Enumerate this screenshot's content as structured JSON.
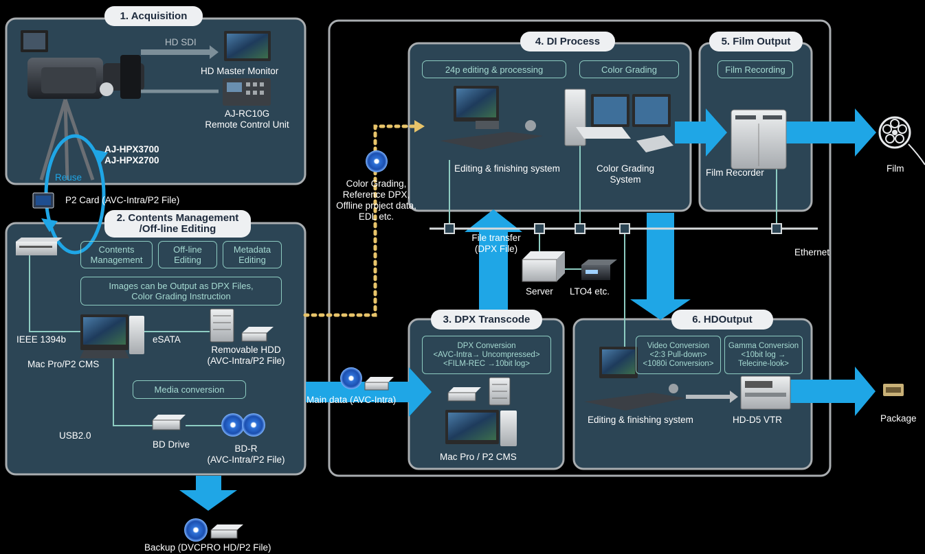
{
  "sections": {
    "acquisition": "1. Acquisition",
    "contents_mgmt": "2. Contents Management\n/Off-line Editing",
    "dpx_transcode": "3. DPX Transcode",
    "di_process": "4. DI Process",
    "film_output": "5. Film Output",
    "hd_output": "6. HDOutput"
  },
  "acquisition": {
    "hd_sdi": "HD SDI",
    "hd_master_monitor": "HD Master Monitor",
    "remote_control": "AJ-RC10G\nRemote Control Unit",
    "camera_models": "AJ-HPX3700\nAJ-HPX2700",
    "reuse": "Reuse",
    "p2_card": "P2 Card (AVC-Intra/P2 File)"
  },
  "contents_mgmt": {
    "tag_contents": "Contents\nManagement",
    "tag_offline": "Off-line\nEditing",
    "tag_metadata": "Metadata\nEditing",
    "tag_images": "Images can be Output as DPX Files,\nColor Grading Instruction",
    "tag_media": "Media conversion",
    "ieee": "IEEE 1394b",
    "esata": "eSATA",
    "mac_pro": "Mac Pro/P2 CMS",
    "removable_hdd": "Removable HDD\n(AVC-Intra/P2 File)",
    "usb": "USB2.0",
    "bd_drive": "BD Drive",
    "bd_r": "BD-R\n(AVC-Intra/P2 File)"
  },
  "backup": "Backup (DVCPRO HD/P2 File)",
  "main_data": "Main data (AVC-Intra)",
  "color_grading_ref": "Color Grading,\nReference DPX,\nOffline project data,\nEDL etc.",
  "dpx_transcode": {
    "tag_dpx": "DPX Conversion\n<AVC-Intra→ Uncompressed>\n<FILM-REC →10bit log>",
    "mac_pro": "Mac Pro / P2 CMS"
  },
  "di_process": {
    "tag_24p": "24p editing & processing",
    "tag_color": "Color Grading",
    "editing_system": "Editing & finishing system",
    "color_system": "Color Grading\nSystem"
  },
  "film_output": {
    "tag_recording": "Film Recording",
    "film_recorder": "Film Recorder",
    "film": "Film"
  },
  "network": {
    "file_transfer": "File transfer\n(DPX File)",
    "server": "Server",
    "lto": "LTO4 etc.",
    "ethernet": "Ethernet"
  },
  "hd_output": {
    "tag_video": "Video Conversion\n<2:3 Pull-down>\n<1080i Conversion>",
    "tag_gamma": "Gamma Conversion\n<10bit log →\nTelecine-look>",
    "editing_system": "Editing & finishing system",
    "vtr": "HD-D5 VTR",
    "package": "Package"
  },
  "colors": {
    "panel": "#2c4555",
    "panel_border": "#a9adb0",
    "arrow": "#1fa6e6",
    "tag_border": "#8ecdc2",
    "dotted": "#e8c46a"
  }
}
